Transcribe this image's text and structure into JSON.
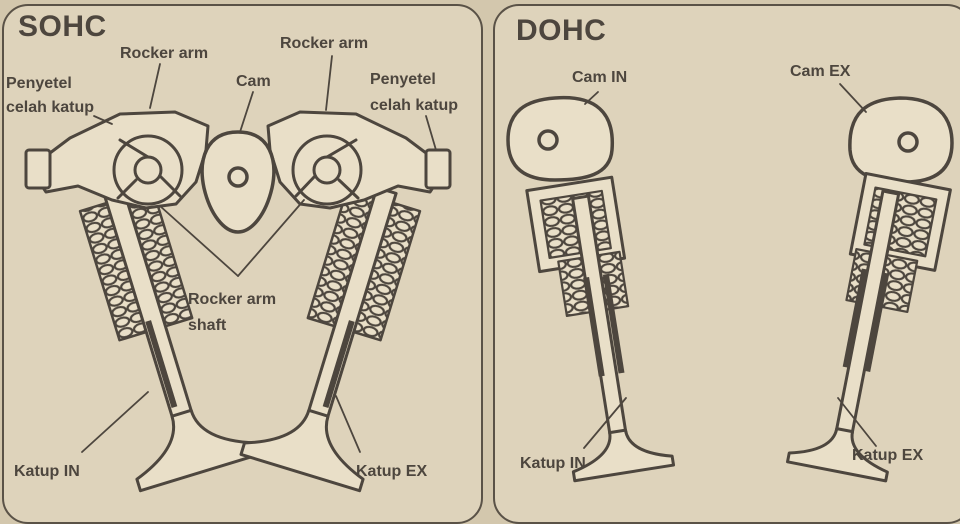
{
  "sohc": {
    "title": "SOHC",
    "rocker_arm_left": "Rocker arm",
    "rocker_arm_right": "Rocker arm",
    "cam": "Cam",
    "adjuster_left_line1": "Penyetel",
    "adjuster_left_line2": "celah katup",
    "adjuster_right_line1": "Penyetel",
    "adjuster_right_line2": "celah katup",
    "shaft_line1": "Rocker arm",
    "shaft_line2": "shaft",
    "valve_in": "Katup IN",
    "valve_ex": "Katup EX"
  },
  "dohc": {
    "title": "DOHC",
    "cam_in": "Cam IN",
    "cam_ex": "Cam EX",
    "valve_in": "Katup IN",
    "valve_ex": "Katup EX"
  },
  "colors": {
    "background": "#d3c7ad",
    "panel": "#ded3bb",
    "ink": "#4d463e",
    "part_fill": "#e9dfc8"
  }
}
